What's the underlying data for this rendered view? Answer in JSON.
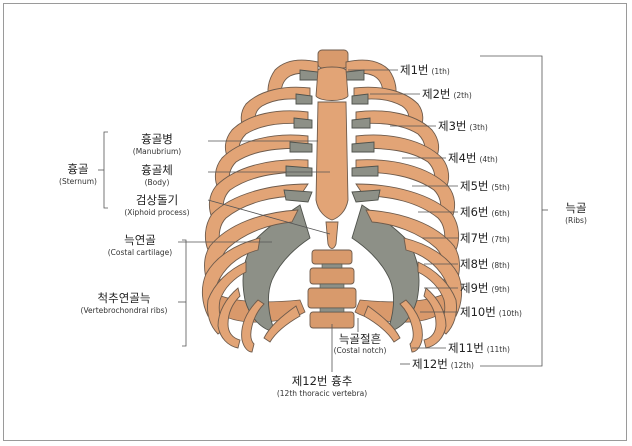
{
  "sternum": {
    "group_ko": "흉골",
    "group_en": "(Sternum)",
    "manubrium_ko": "흉골병",
    "manubrium_en": "(Manubrium)",
    "body_ko": "흉골체",
    "body_en": "(Body)",
    "xiphoid_ko": "검상돌기",
    "xiphoid_en": "(Xiphoid process)"
  },
  "costal_cartilage": {
    "ko": "늑연골",
    "en": "(Costal cartilage)"
  },
  "vertebrochondral": {
    "ko": "척추연골늑",
    "en": "(Vertebrochondral ribs)"
  },
  "costal_notch": {
    "ko": "늑골절흔",
    "en": "(Costal notch)"
  },
  "thoracic_vertebra": {
    "ko": "제12번 흉추",
    "en": "(12th thoracic vertebra)"
  },
  "ribs_group": {
    "ko": "늑골",
    "en": "(Ribs)"
  },
  "ribs": [
    {
      "ko": "제1번",
      "en": "(1th)"
    },
    {
      "ko": "제2번",
      "en": "(2th)"
    },
    {
      "ko": "제3번",
      "en": "(3th)"
    },
    {
      "ko": "제4번",
      "en": "(4th)"
    },
    {
      "ko": "제5번",
      "en": "(5th)"
    },
    {
      "ko": "제6번",
      "en": "(6th)"
    },
    {
      "ko": "제7번",
      "en": "(7th)"
    },
    {
      "ko": "제8번",
      "en": "(8th)"
    },
    {
      "ko": "제9번",
      "en": "(9th)"
    },
    {
      "ko": "제10번",
      "en": "(10th)"
    },
    {
      "ko": "제11번",
      "en": "(11th)"
    },
    {
      "ko": "제12번",
      "en": "(12th)"
    }
  ],
  "colors": {
    "bone": "#e2a476",
    "cartilage": "#8d9087",
    "outline": "#6e5b4c",
    "leader": "#555555"
  }
}
